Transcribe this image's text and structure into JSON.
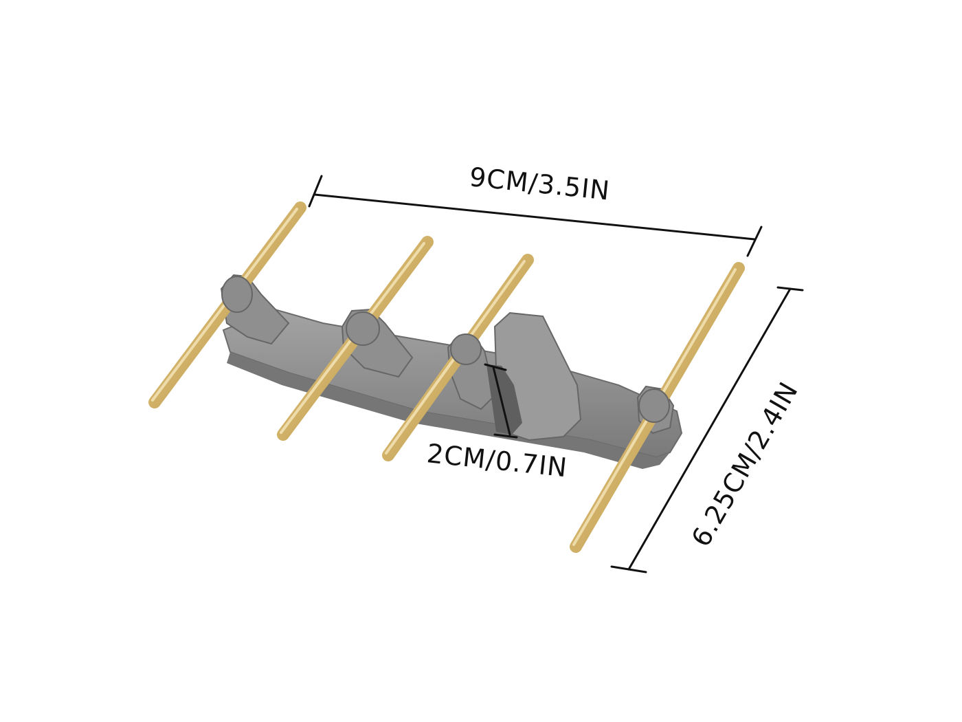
{
  "dimensions": {
    "length_label": "9CM/3.5IN",
    "height_label": "6.25CM/2.4IN",
    "clip_width_label": "2CM/0.7IN"
  },
  "colors": {
    "background": "#ffffff",
    "bracket_gray": "#8a8a8a",
    "bracket_dark": "#6b6b6b",
    "bracket_light": "#a3a3a3",
    "rod_gold": "#d4b46a",
    "rod_highlight": "#f2dfa6",
    "rod_shadow": "#a88a45",
    "dimension_line": "#111111"
  }
}
